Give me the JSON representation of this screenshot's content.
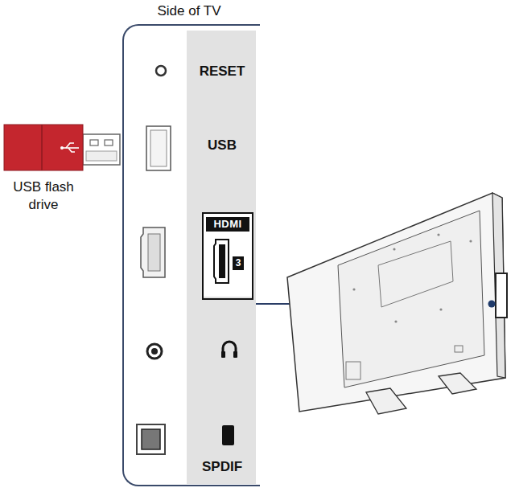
{
  "diagram": {
    "title": "Side of TV",
    "nodes": [
      {
        "text": [
          "RESET",
          "USB",
          "SPDIF"
        ]
      },
      {
        "text": [
          "HDMI",
          "3"
        ],
        "in": 0
      }
    ],
    "labels": [
      "USB flash drive"
    ]
  }
}
